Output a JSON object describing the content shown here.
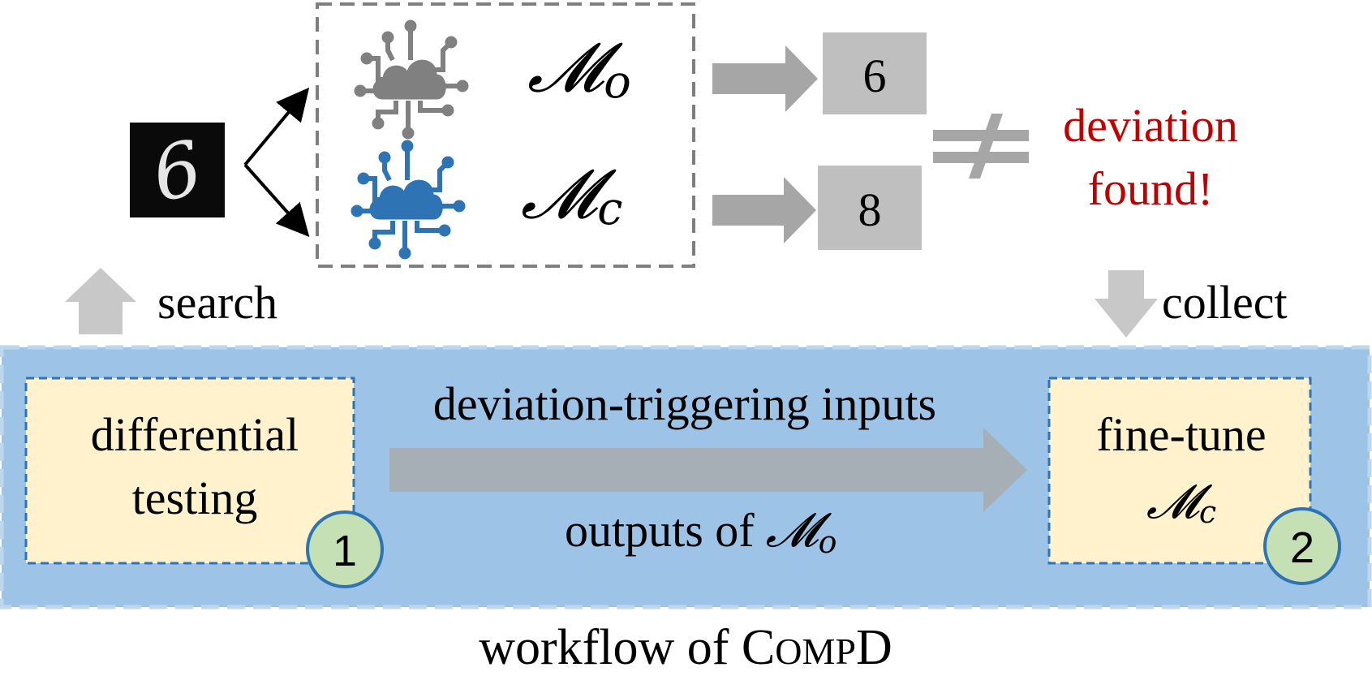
{
  "diagram": {
    "input_digit": "6",
    "models": {
      "original": {
        "symbol": "𝓜",
        "subscript": "o",
        "icon": "cloud-network-icon",
        "color": "#808080"
      },
      "compressed": {
        "symbol": "𝓜",
        "subscript": "c",
        "icon": "cloud-network-icon",
        "color": "#2e74b5"
      }
    },
    "outputs": {
      "original": "6",
      "compressed": "8"
    },
    "not_equal_symbol": "≠",
    "deviation_text": {
      "line1": "deviation",
      "line2": "found!",
      "color": "#c00000"
    },
    "search_label": "search",
    "collect_label": "collect",
    "workflow": {
      "step1": {
        "line1": "differential",
        "line2": "testing",
        "number": "1"
      },
      "step2": {
        "line1": "fine-tune",
        "symbol": "𝓜",
        "subscript": "c",
        "number": "2"
      },
      "arrow_top_label": "deviation-triggering inputs",
      "arrow_bottom_label": "outputs of",
      "arrow_bottom_symbol": "𝓜",
      "arrow_bottom_subscript": "o"
    },
    "caption": {
      "prefix": "workflow of ",
      "name_first": "C",
      "name_mid": "OMP",
      "name_last": "D"
    }
  }
}
